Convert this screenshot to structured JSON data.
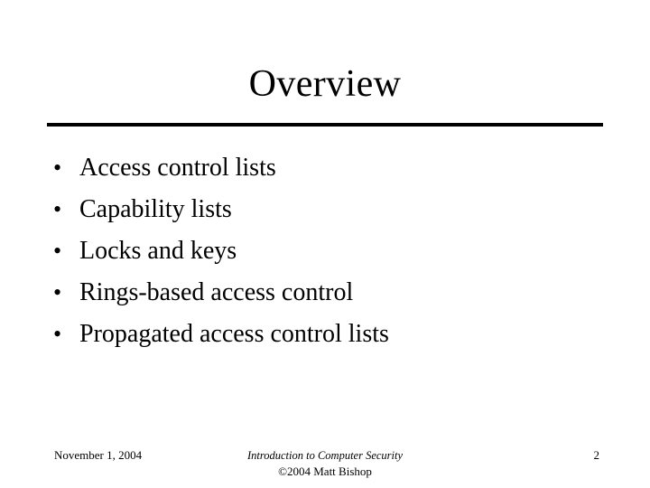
{
  "slide": {
    "title": "Overview",
    "bullet_marker": "•",
    "bullets": [
      {
        "label": "Access control lists"
      },
      {
        "label": "Capability lists"
      },
      {
        "label": "Locks and keys"
      },
      {
        "label": "Rings-based access control"
      },
      {
        "label": "Propagated access control lists"
      }
    ],
    "footer": {
      "date": "November 1, 2004",
      "course": "Introduction to Computer Security",
      "copyright": "©2004 Matt Bishop",
      "page_number": "2"
    },
    "colors": {
      "background": "#ffffff",
      "text": "#000000",
      "rule": "#000000"
    }
  }
}
